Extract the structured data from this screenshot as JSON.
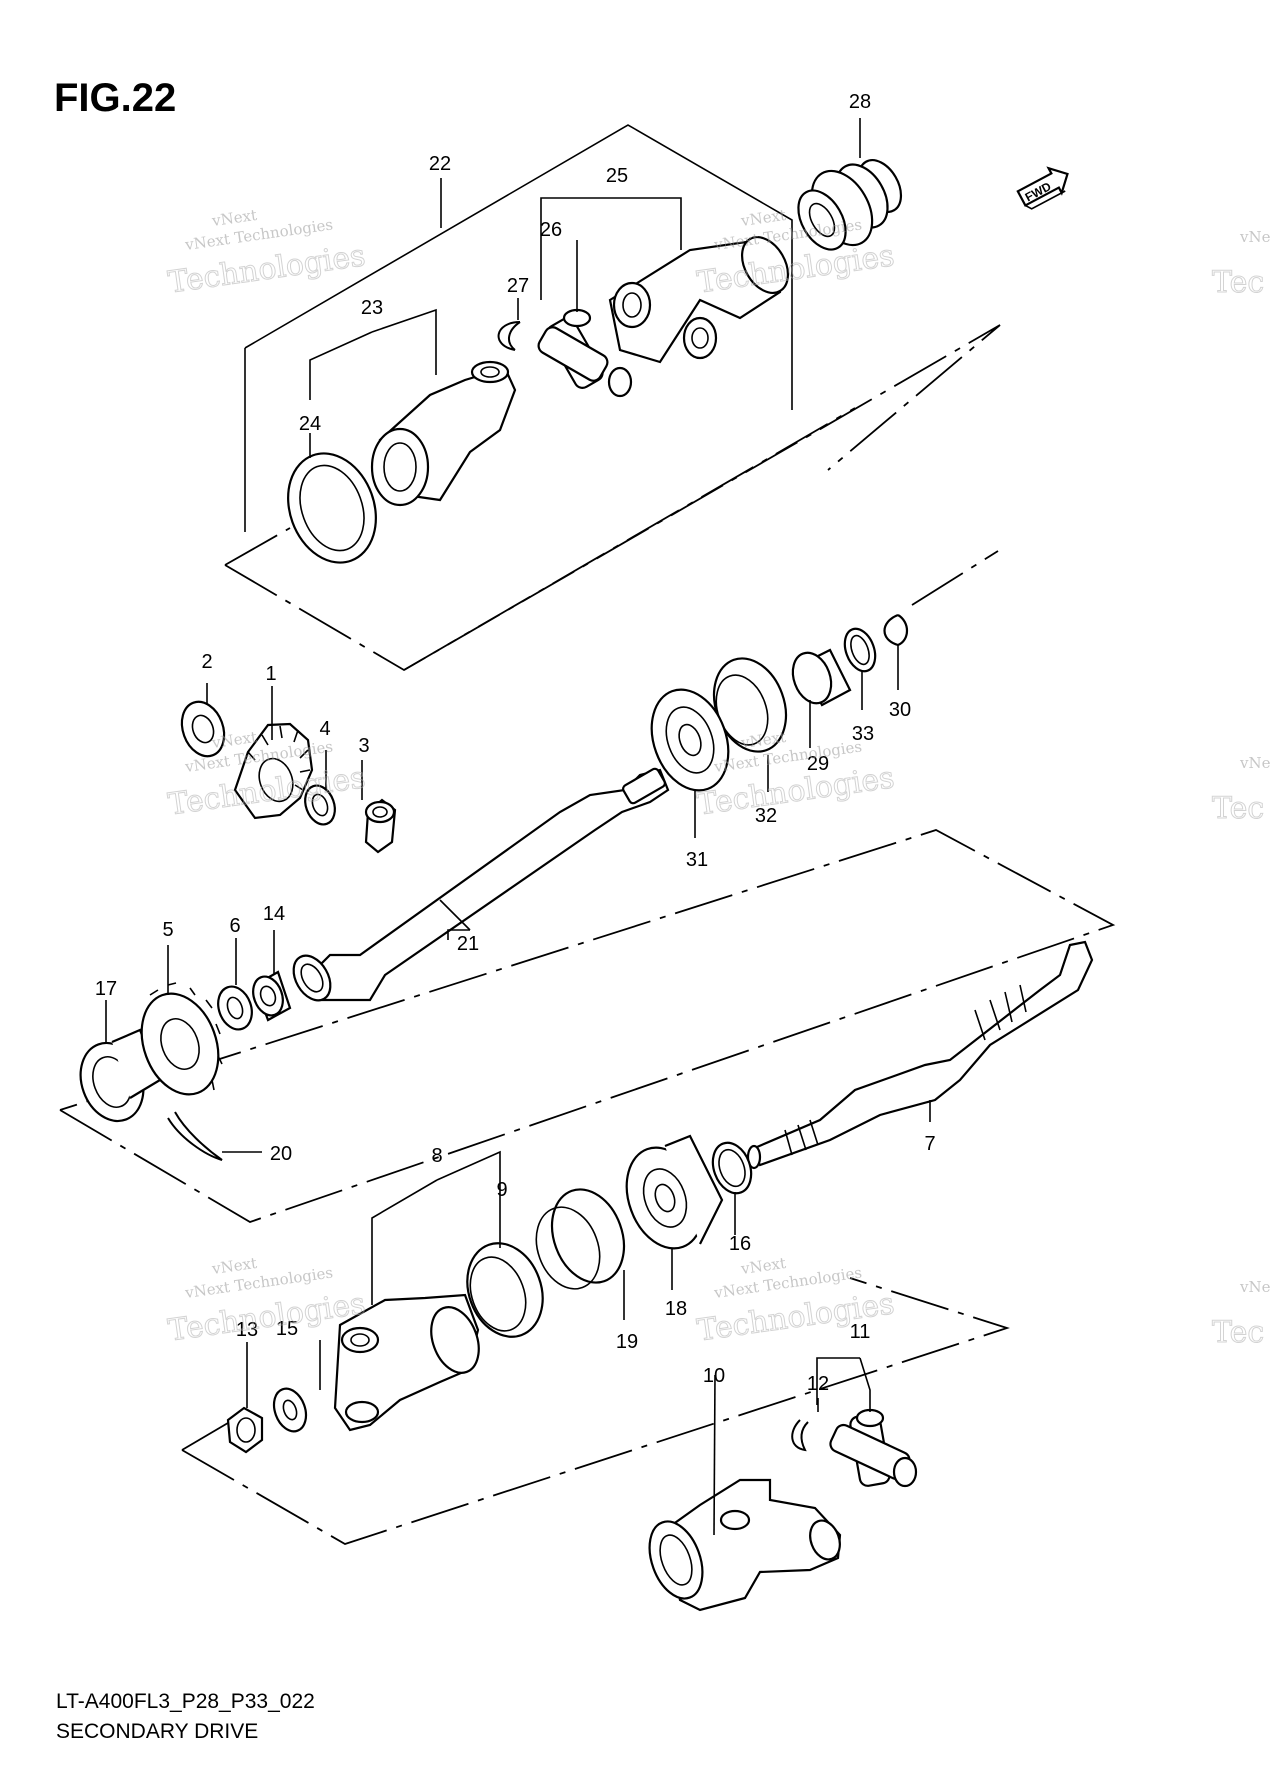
{
  "figure": {
    "title": "FIG.22",
    "model_code": "LT-A400FL3_P28_P33_022",
    "section_name": "SECONDARY DRIVE",
    "fwd_label": "FWD"
  },
  "watermark": {
    "line1": "vNext Technologies",
    "line2": "Technologies",
    "line3": "vNext",
    "partial1": "vNe",
    "partial2": "Tec"
  },
  "callouts": [
    "1",
    "2",
    "3",
    "4",
    "5",
    "6",
    "7",
    "8",
    "9",
    "10",
    "11",
    "12",
    "13",
    "14",
    "15",
    "16",
    "17",
    "18",
    "19",
    "20",
    "21",
    "22",
    "23",
    "24",
    "25",
    "26",
    "27",
    "28",
    "29",
    "30",
    "31",
    "32",
    "33"
  ]
}
